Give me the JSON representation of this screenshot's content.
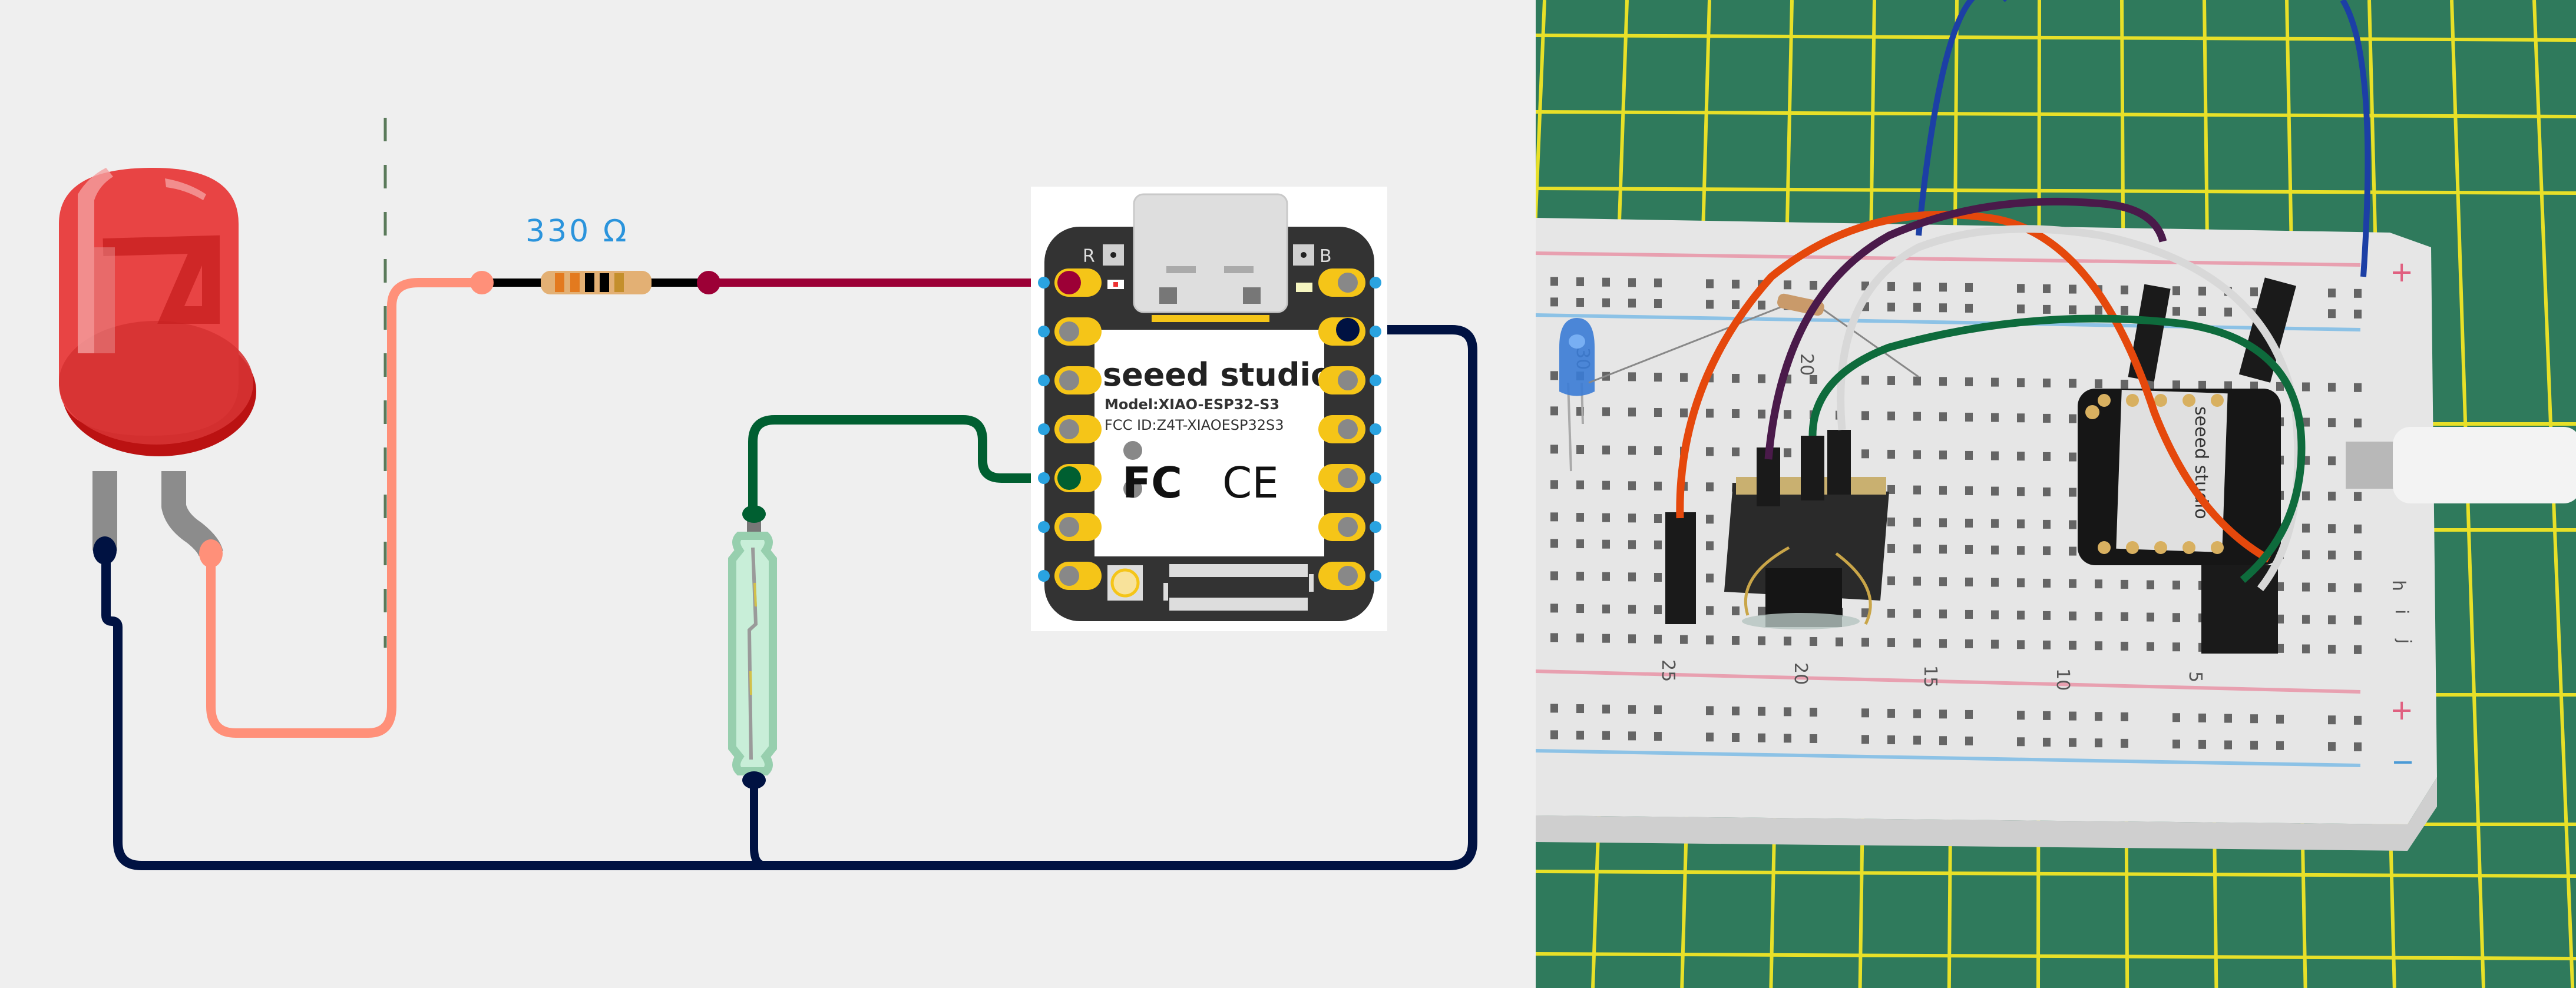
{
  "diagram": {
    "title": "Reed switch LED circuit wiring",
    "resistor": {
      "label": "330 Ω",
      "value_ohms": 330,
      "bands": [
        "orange",
        "orange",
        "black",
        "black",
        "gold"
      ]
    },
    "led": {
      "color_name": "red",
      "color": "#e84444"
    },
    "reed_switch": {
      "name": "reed switch"
    },
    "board": {
      "brand": "seeed studio",
      "model": "Model:XIAO-ESP32-S3",
      "fcc_id": "FCC ID:Z4T-XIAOESP32S3",
      "left_button_label": "R",
      "right_button_label": "B",
      "fcc_mark": "FC",
      "ce_mark": "CE"
    },
    "wires": [
      {
        "name": "led-anode-to-resistor",
        "color": "#ff9079"
      },
      {
        "name": "resistor-to-board",
        "color": "#9c0036"
      },
      {
        "name": "reed-switch-to-board",
        "color": "#005f31"
      },
      {
        "name": "ground",
        "color": "#001242"
      }
    ]
  },
  "photo": {
    "description": "Breadboard build of the circuit",
    "breadboard_labels": {
      "columns_top": [
        "30",
        "20"
      ],
      "columns_bottom": [
        "25",
        "20",
        "15",
        "10",
        "5"
      ],
      "rows": [
        "h",
        "i",
        "j"
      ],
      "plus": "+",
      "minus": "−"
    },
    "board_label": "seeed studio",
    "led_color": "#3a7bd5"
  }
}
